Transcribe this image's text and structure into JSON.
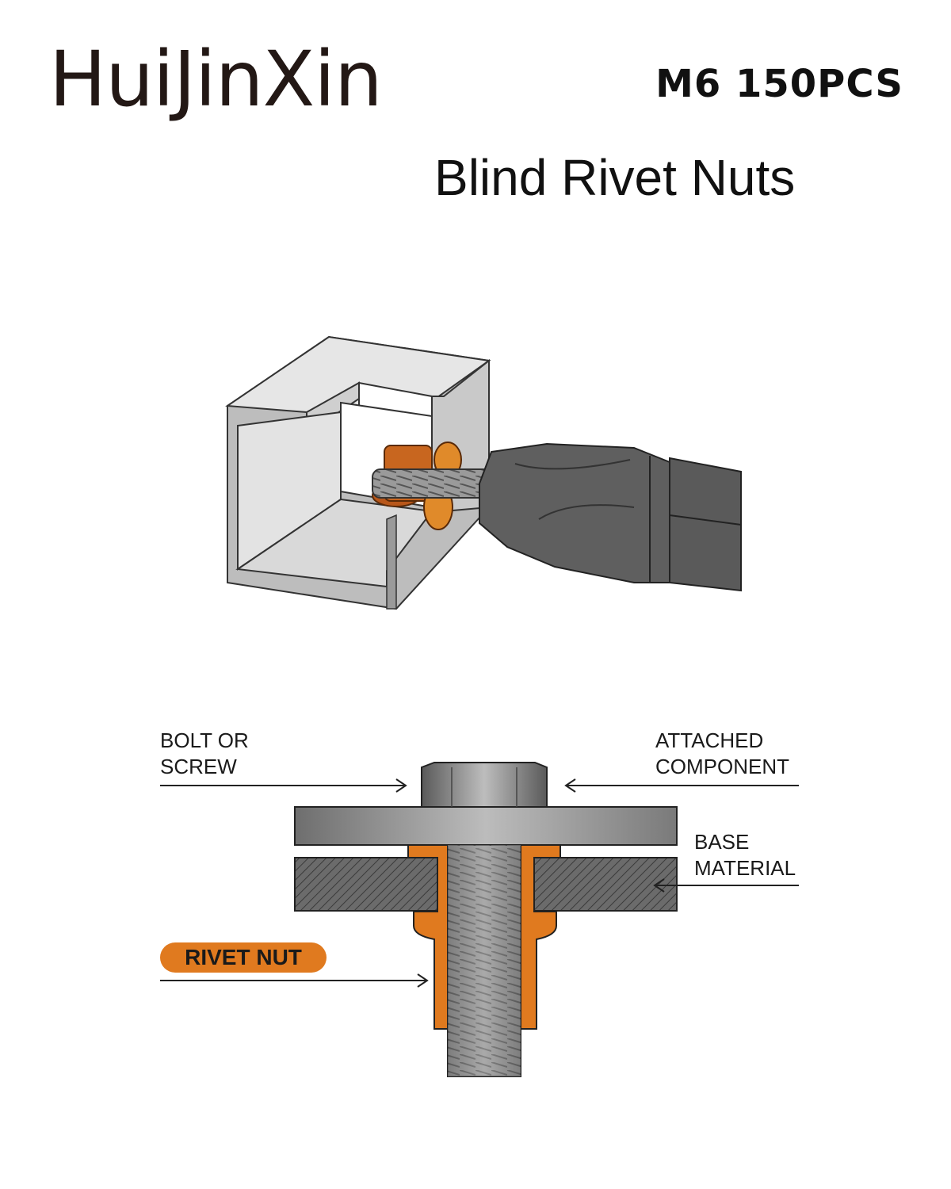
{
  "header": {
    "brand": "HuiJinXin",
    "spec": "M6 150PCS",
    "product": "Blind Rivet Nuts"
  },
  "diagram": {
    "labels": {
      "bolt": [
        "BOLT OR",
        "SCREW"
      ],
      "attached": [
        "ATTACHED",
        "COMPONENT"
      ],
      "base": [
        "BASE",
        "MATERIAL"
      ],
      "rivet_nut": "RIVET NUT"
    }
  },
  "colors": {
    "rivet_orange": "#e07a1f",
    "steel_gray": "#8a8a8a",
    "tool_dark": "#5c5c5c",
    "profile_light": "#e4e4e4"
  }
}
